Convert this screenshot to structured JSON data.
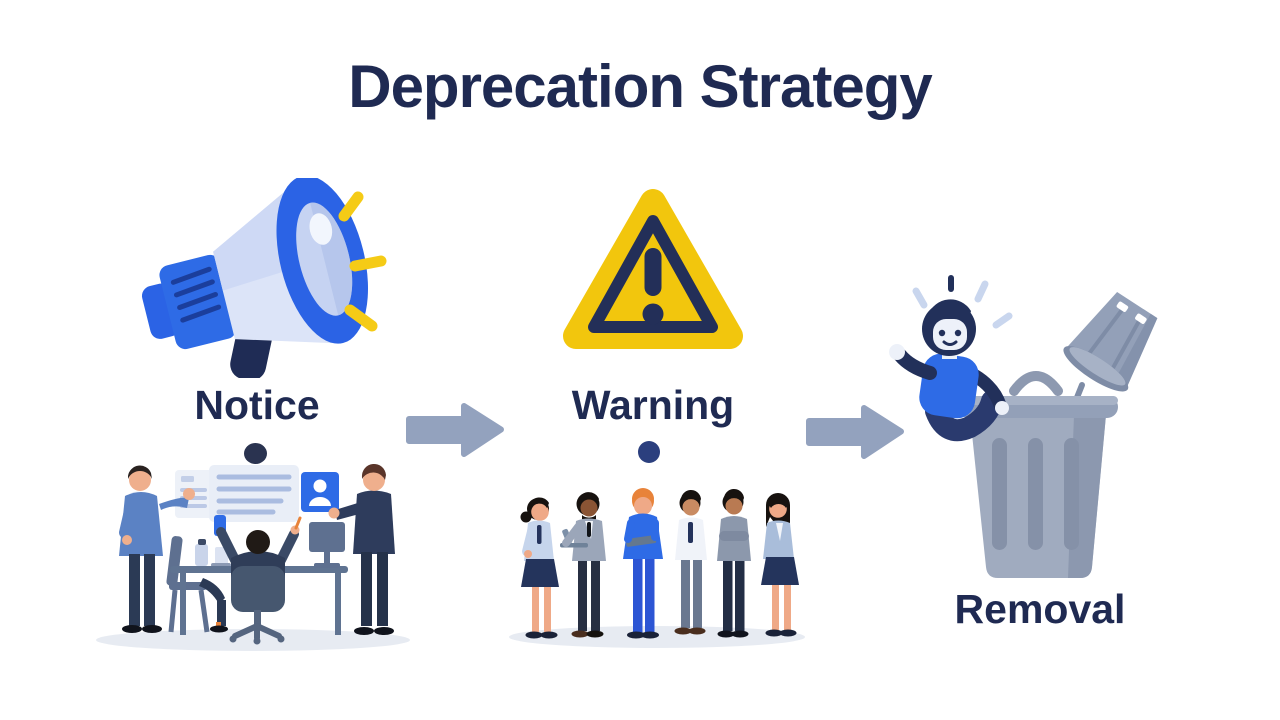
{
  "title": "Deprecation Strategy",
  "stages": [
    {
      "label": "Notice",
      "icon": "megaphone-icon",
      "illustration": "team-presentation-scene",
      "description_visible": false
    },
    {
      "label": "Warning",
      "icon": "warning-triangle-icon",
      "illustration": "team-discussion-scene",
      "description_visible": false
    },
    {
      "label": "Removal",
      "icon": "trash-can-icon",
      "illustration": "figure-in-trash-can-scene",
      "description_visible": false
    }
  ],
  "connectors": [
    {
      "icon": "arrow-right-icon",
      "direction": "right"
    },
    {
      "icon": "arrow-right-icon",
      "direction": "right"
    }
  ],
  "colors": {
    "background": "#FFFFFF",
    "title_navy": "#1F2A52",
    "accent_blue": "#2B63E5",
    "light_blue": "#D9E2F8",
    "warning_yellow": "#F2C60D",
    "warning_border_navy": "#232F58",
    "arrow_gray": "#93A2BE",
    "trash_gray": "#9AA6BC",
    "sound_dash_yellow": "#F5CB16",
    "ground_shadow": "#E7EBF2",
    "skin_tone": "#EFA987"
  }
}
